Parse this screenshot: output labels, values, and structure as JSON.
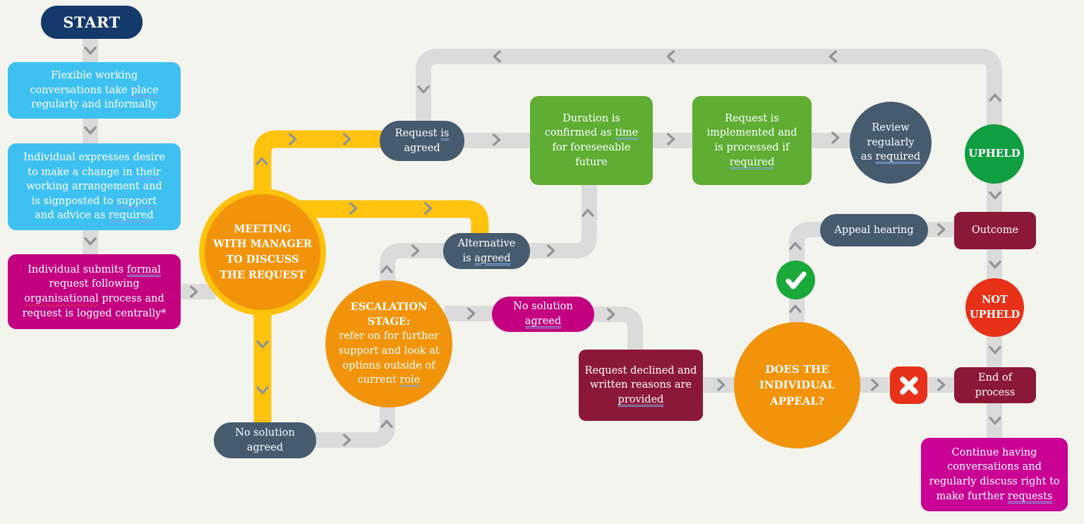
{
  "title": "Flexible working request flowchart",
  "colors": {
    "bg": "#F4F4EE",
    "path": "#DBDBDC",
    "chev": "#8F9695",
    "gold": "#FFC20D",
    "navy": "#14396B",
    "blue": "#3EC1F0",
    "magenta": "#C30180",
    "magenta-bright": "#CA0195",
    "orange": "#F2940B",
    "slate": "#465B6E",
    "green": "#5FAD33",
    "green-dark": "#119E41",
    "check-green": "#1BA93C",
    "maroon": "#8C1838",
    "red": "#E73119"
  },
  "icons": {
    "appeal_yes": "check-icon",
    "appeal_no": "cross-icon"
  },
  "nodes": {
    "start": {
      "label": "START"
    },
    "informal_conversations": {
      "segments": [
        {
          "t": "Flexible working\nconversations take "
        },
        {
          "t": "place",
          "u": true
        },
        {
          "t": "\nregularly and informally"
        }
      ]
    },
    "expresses_desire": {
      "segments": [
        {
          "t": "Individual expresses desire\nto make a change in "
        },
        {
          "t": "their",
          "u": true
        },
        {
          "t": "\nworking arrangement and\nis signposted to "
        },
        {
          "t": "support",
          "u": true
        },
        {
          "t": "\nand advice as "
        },
        {
          "t": "required",
          "u": true
        }
      ]
    },
    "formal_request": {
      "segments": [
        {
          "t": "Individual submits "
        },
        {
          "t": "formal",
          "u": true
        },
        {
          "t": "\nrequest following\n"
        },
        {
          "t": "organisational",
          "w": true
        },
        {
          "t": " process and\nrequest is logged centrally*"
        }
      ]
    },
    "meeting": {
      "label": "MEETING\nWITH MANAGER\nTO DISCUSS\nTHE REQUEST"
    },
    "request_agreed": {
      "segments": [
        {
          "t": "Request "
        },
        {
          "t": "is",
          "u": true
        },
        {
          "t": "\nagreed"
        }
      ]
    },
    "duration": {
      "segments": [
        {
          "t": "Duration is\nconfirmed as "
        },
        {
          "t": "time",
          "u": true
        },
        {
          "t": "\nfor foreseeable\nfuture"
        }
      ]
    },
    "implemented": {
      "segments": [
        {
          "t": "Request is\nimplemented and\nis processed if\n"
        },
        {
          "t": "required",
          "u": true
        }
      ]
    },
    "review": {
      "segments": [
        {
          "t": "Review\nregularly\nas "
        },
        {
          "t": "required",
          "u": true
        }
      ]
    },
    "upheld": {
      "label": "UPHELD"
    },
    "alternative": {
      "segments": [
        {
          "t": "Alternative\nis "
        },
        {
          "t": "agreed",
          "u": true
        }
      ]
    },
    "escalation": {
      "title": "ESCALATION\nSTAGE:",
      "segments": [
        {
          "t": "refer on for further\nsupport and look at\noptions outside of\ncurrent "
        },
        {
          "t": "role",
          "u": true
        }
      ]
    },
    "no_solution_formal": {
      "segments": [
        {
          "t": "No solution\n"
        },
        {
          "t": "agreed",
          "u": true
        }
      ]
    },
    "declined": {
      "segments": [
        {
          "t": "Request declined and\nwritten reasons are\n"
        },
        {
          "t": "provided",
          "u": true
        }
      ]
    },
    "appeal": {
      "label": "DOES THE\nINDIVIDUAL\nAPPEAL?"
    },
    "appeal_hearing": {
      "label": "Appeal hearing"
    },
    "outcome": {
      "label": "Outcome"
    },
    "not_upheld": {
      "label": "NOT\nUPHELD"
    },
    "end_process": {
      "label": "End of\nprocess"
    },
    "continue_conversations": {
      "segments": [
        {
          "t": "Continue having\nconversations and\nregularly discuss right to\nmake further "
        },
        {
          "t": "requests",
          "u": true
        }
      ]
    },
    "no_solution_informal": {
      "label": "No solution\nagreed"
    }
  }
}
